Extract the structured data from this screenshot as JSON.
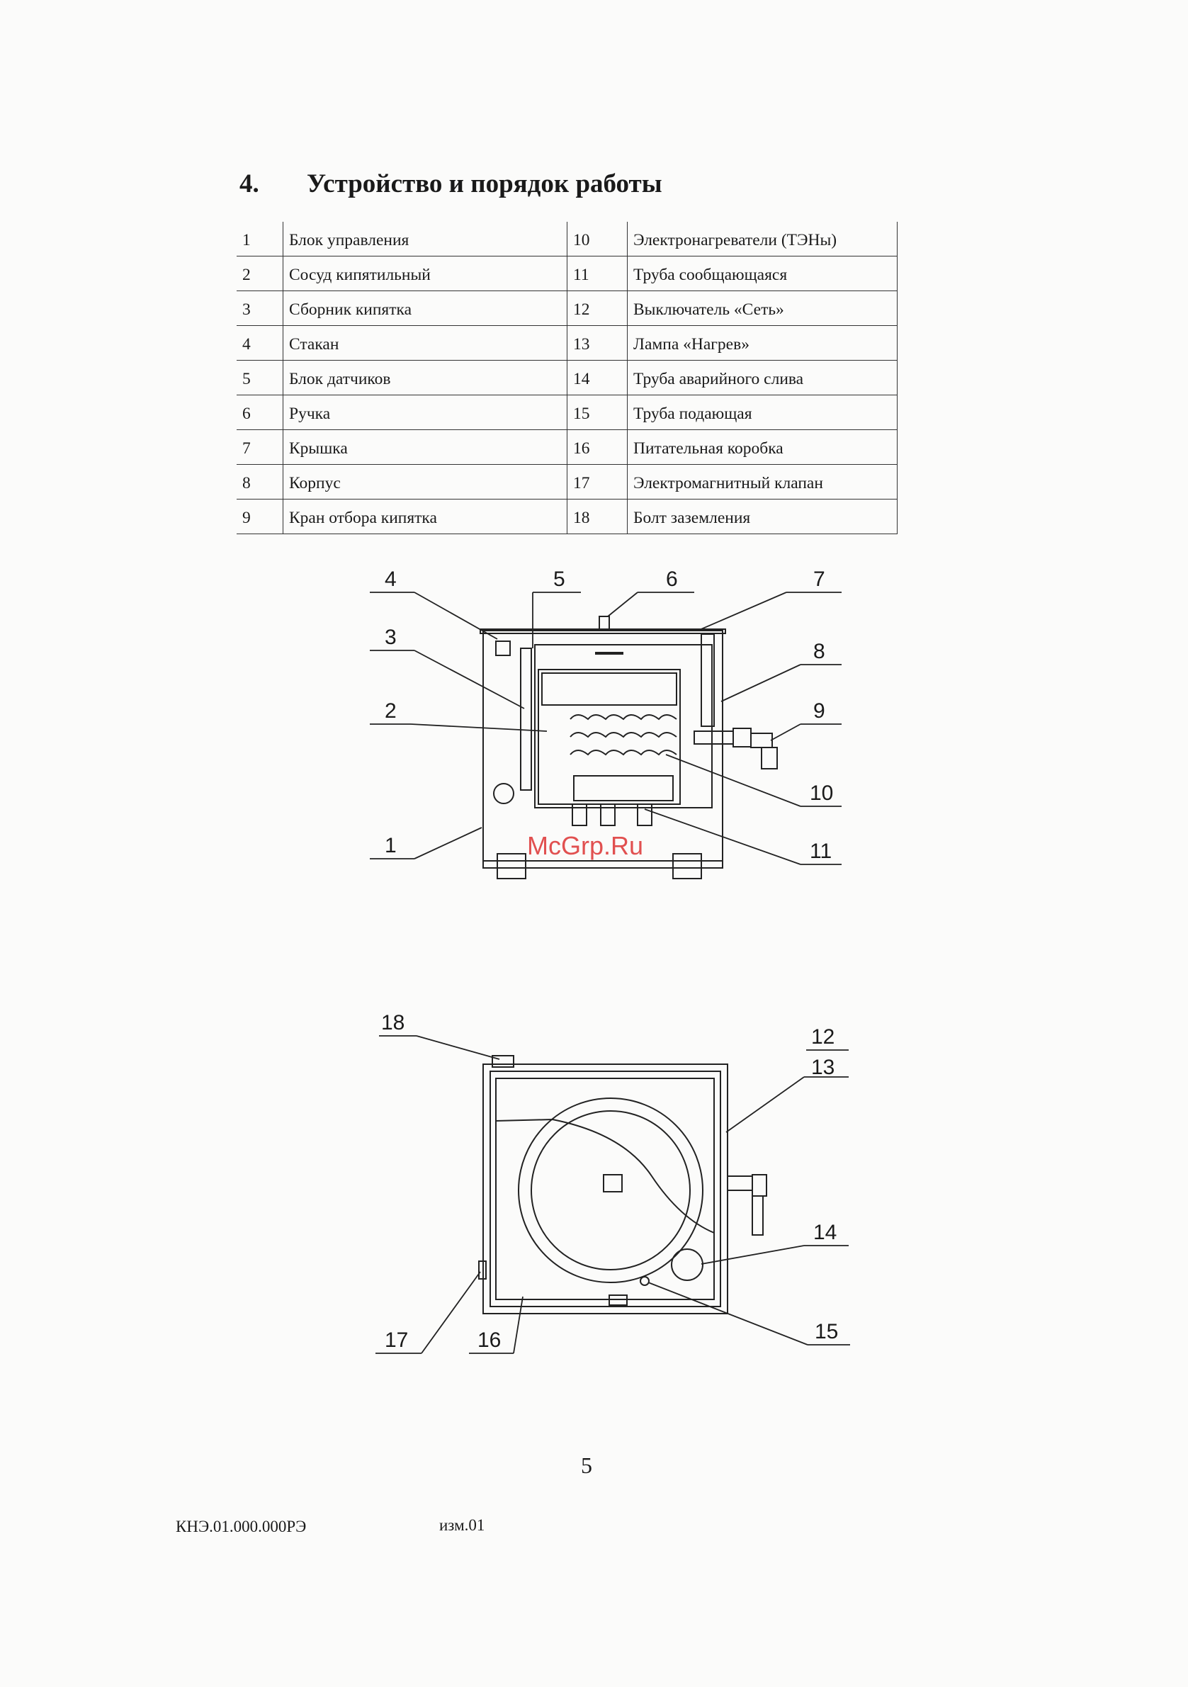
{
  "section": {
    "number": "4.",
    "title": "Устройство и порядок работы"
  },
  "parts": [
    {
      "left_num": "1",
      "left_name": "Блок управления",
      "right_num": "10",
      "right_name": "Электронагреватели (ТЭНы)"
    },
    {
      "left_num": "2",
      "left_name": "Сосуд кипятильный",
      "right_num": "11",
      "right_name": "Труба сообщающаяся"
    },
    {
      "left_num": "3",
      "left_name": "Сборник кипятка",
      "right_num": "12",
      "right_name": "Выключатель «Сеть»"
    },
    {
      "left_num": "4",
      "left_name": "Стакан",
      "right_num": "13",
      "right_name": "Лампа «Нагрев»"
    },
    {
      "left_num": "5",
      "left_name": "Блок датчиков",
      "right_num": "14",
      "right_name": "Труба аварийного слива"
    },
    {
      "left_num": "6",
      "left_name": "Ручка",
      "right_num": "15",
      "right_name": "Труба подающая"
    },
    {
      "left_num": "7",
      "left_name": "Крышка",
      "right_num": "16",
      "right_name": "Питательная коробка"
    },
    {
      "left_num": "8",
      "left_name": "Корпус",
      "right_num": "17",
      "right_name": "Электромагнитный клапан"
    },
    {
      "left_num": "9",
      "left_name": "Кран отбора кипятка",
      "right_num": "18",
      "right_name": "Болт заземления"
    }
  ],
  "figure_top": {
    "callouts": [
      "1",
      "2",
      "3",
      "4",
      "5",
      "6",
      "7",
      "8",
      "9",
      "10",
      "11"
    ],
    "watermark": "McGrp.Ru"
  },
  "figure_bottom": {
    "callouts": [
      "12",
      "13",
      "14",
      "15",
      "16",
      "17",
      "18"
    ]
  },
  "footer": {
    "page_number": "5",
    "doc_code": "КНЭ.01.000.000РЭ",
    "revision": "изм.01"
  }
}
